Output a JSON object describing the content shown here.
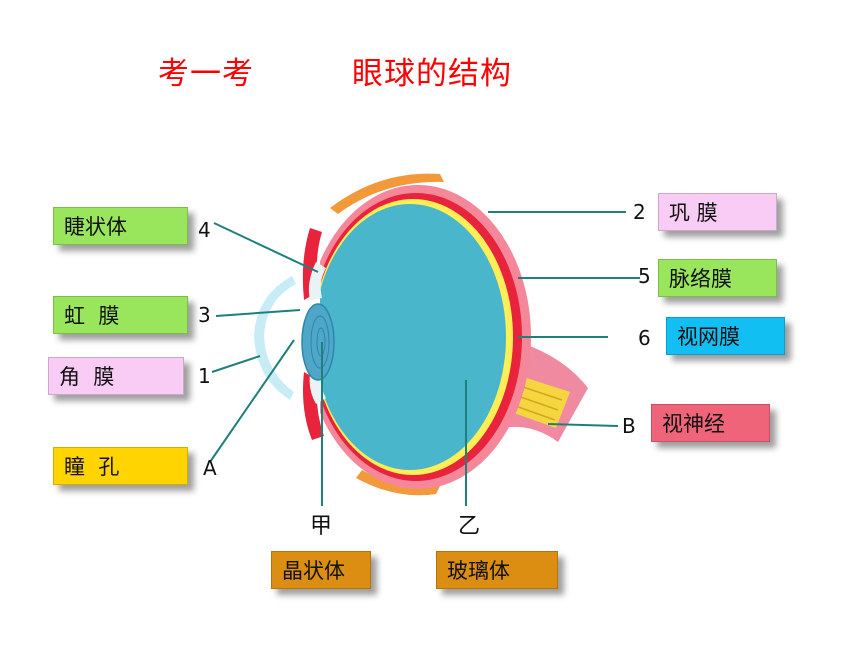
{
  "title": {
    "left": "考一考",
    "right": "眼球的结构"
  },
  "labels": {
    "ciliary": {
      "text": "睫状体",
      "color": "#99e65c"
    },
    "iris": {
      "text": "虹  膜",
      "color": "#99e65c"
    },
    "cornea": {
      "text": "角  膜",
      "color": "#f8ccf5"
    },
    "pupil": {
      "text": "瞳  孔",
      "color": "#ffd400"
    },
    "sclera": {
      "text": "巩 膜",
      "color": "#f8ccf5"
    },
    "choroid": {
      "text": "脉络膜",
      "color": "#99e65c"
    },
    "retina": {
      "text": "视网膜",
      "color": "#12bff2"
    },
    "optic_nerve": {
      "text": "视神经",
      "color": "#f0647a"
    },
    "lens": {
      "text": "晶状体",
      "color": "#db8e12"
    },
    "vitreous": {
      "text": "玻璃体",
      "color": "#db8e12"
    }
  },
  "markers": {
    "n4": "4",
    "n3": "3",
    "n1": "1",
    "nA": "A",
    "n2": "2",
    "n5": "5",
    "n6": "6",
    "nB": "B",
    "jia": "甲",
    "yi": "乙"
  }
}
